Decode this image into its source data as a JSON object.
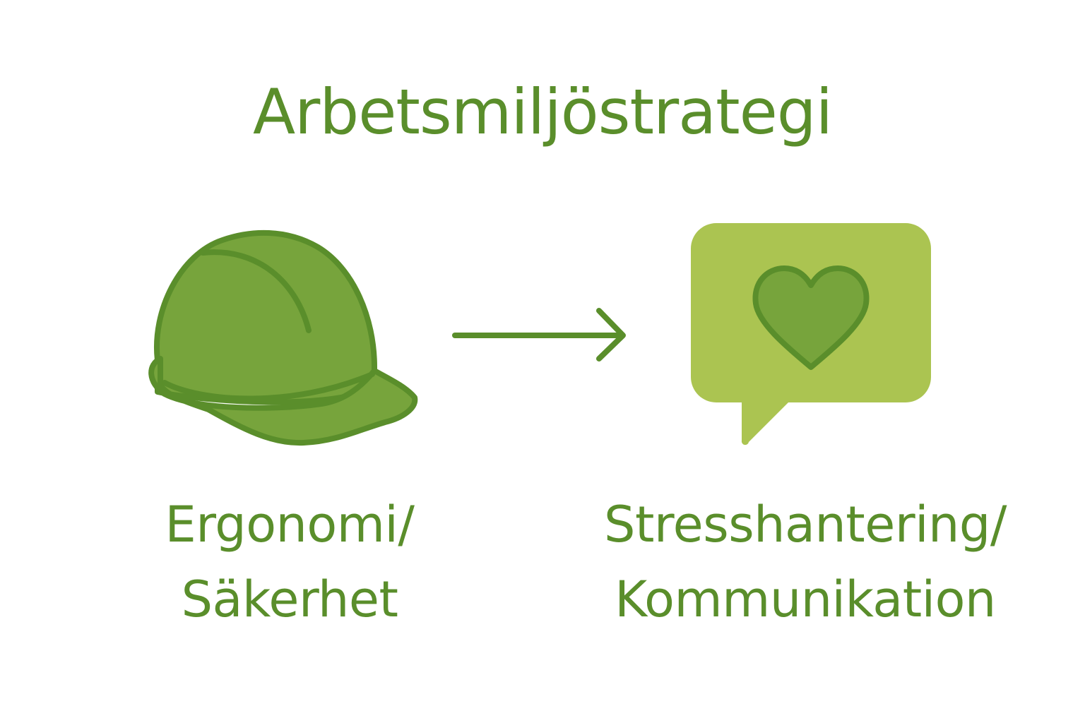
{
  "title": "Arbetsmiljöstrategi",
  "colors": {
    "text": "#5a8e2b",
    "outline": "#5a8e2b",
    "helmet_fill": "#77a43c",
    "bubble_fill": "#abc451",
    "heart_fill": "#77a43c"
  },
  "left": {
    "icon": "hard-hat-icon",
    "label_line1": "Ergonomi/",
    "label_line2": "Säkerhet"
  },
  "connector": {
    "icon": "arrow-right-icon"
  },
  "right": {
    "icon": "speech-bubble-heart-icon",
    "label_line1": "Stresshantering/",
    "label_line2": "Kommunikation"
  }
}
